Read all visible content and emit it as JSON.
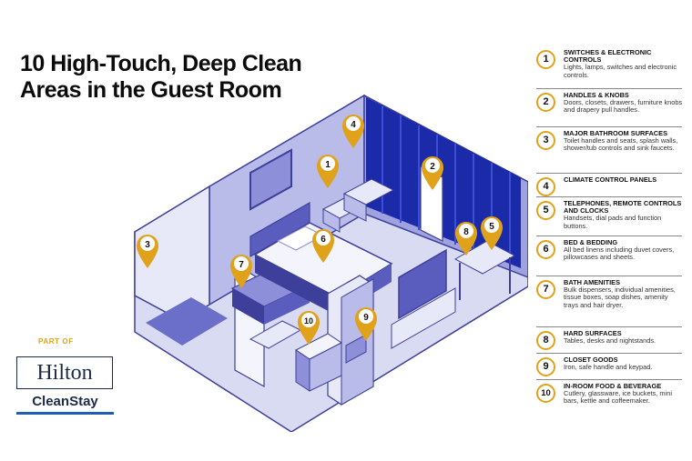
{
  "title_lines": [
    "10 High-Touch, Deep Clean",
    "Areas in the Guest Room"
  ],
  "brand": {
    "part_of": "PART OF",
    "hilton": "Hilton",
    "cleanstay": "CleanStay"
  },
  "colors": {
    "accent": "#e0a21a",
    "room": "#6b6fc9",
    "room_dark": "#3d3f9a",
    "curtain": "#1a2aa8"
  },
  "pins": [
    "1",
    "2",
    "3",
    "4",
    "5",
    "6",
    "7",
    "8",
    "9",
    "10"
  ],
  "legend": [
    {
      "num": "1",
      "title": "SWITCHES & ELECTRONIC CONTROLS",
      "desc": "Lights, lamps, switches and electronic controls."
    },
    {
      "num": "2",
      "title": "HANDLES & KNOBS",
      "desc": "Doors, closets, drawers, furniture knobs and drapery pull handles."
    },
    {
      "num": "3",
      "title": "MAJOR BATHROOM SURFACES",
      "desc": "Toilet handles and seats, splash walls, shower/tub controls and sink faucets."
    },
    {
      "num": "4",
      "title": "CLIMATE CONTROL PANELS",
      "desc": ""
    },
    {
      "num": "5",
      "title": "TELEPHONES, REMOTE CONTROLS AND CLOCKS",
      "desc": "Handsets, dial pads and function buttons."
    },
    {
      "num": "6",
      "title": "BED & BEDDING",
      "desc": "All bed linens including duvet covers, pillowcases and sheets."
    },
    {
      "num": "7",
      "title": "BATH AMENITIES",
      "desc": "Bulk dispensers, individual amenities, tissue boxes, soap dishes, amenity trays and hair dryer."
    },
    {
      "num": "8",
      "title": "HARD SURFACES",
      "desc": "Tables, desks and nightstands."
    },
    {
      "num": "9",
      "title": "CLOSET GOODS",
      "desc": "Iron, safe handle and keypad."
    },
    {
      "num": "10",
      "title": "IN-ROOM FOOD & BEVERAGE",
      "desc": "Cutlery, glassware, ice buckets, mini bars, kettle and coffeemaker."
    }
  ]
}
